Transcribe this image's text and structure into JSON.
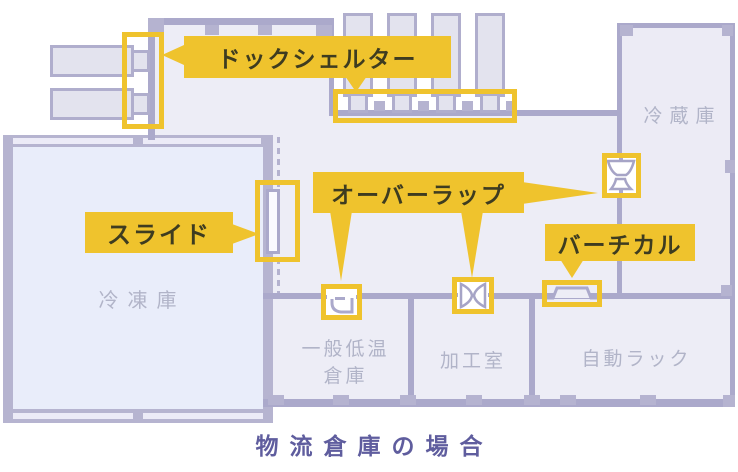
{
  "caption": "物流倉庫の場合",
  "rooms": {
    "refrigerator": "冷蔵庫",
    "freezer": "冷凍庫",
    "general_low_temp_1": "一般低温",
    "general_low_temp_2": "倉庫",
    "processing": "加工室",
    "auto_rack": "自動ラック"
  },
  "callouts": {
    "dock_shelter": "ドックシェルター",
    "overlap": "オーバーラップ",
    "slide": "スライド",
    "vertical": "バーチカル"
  },
  "icons": [
    "dock-shelter-left-highlight-icon",
    "dock-shelter-top-highlight-icon",
    "slide-door-icon",
    "overlap-swing-door-icon",
    "overlap-butterfly-door-icon",
    "overlap-hourglass-door-icon",
    "vertical-door-icon"
  ],
  "colors": {
    "accent_yellow": "#EFC32D",
    "wall": "#ABA9CB",
    "pillar": "#B5B3D0",
    "callout_text": "#3E3C20",
    "room_label": "#B1B4C8",
    "caption": "#5F5D9E",
    "freezer_fill": "#E9EDFA",
    "room_fill": "#EDEDF6",
    "refrigerator_fill": "#ECEBF5"
  }
}
